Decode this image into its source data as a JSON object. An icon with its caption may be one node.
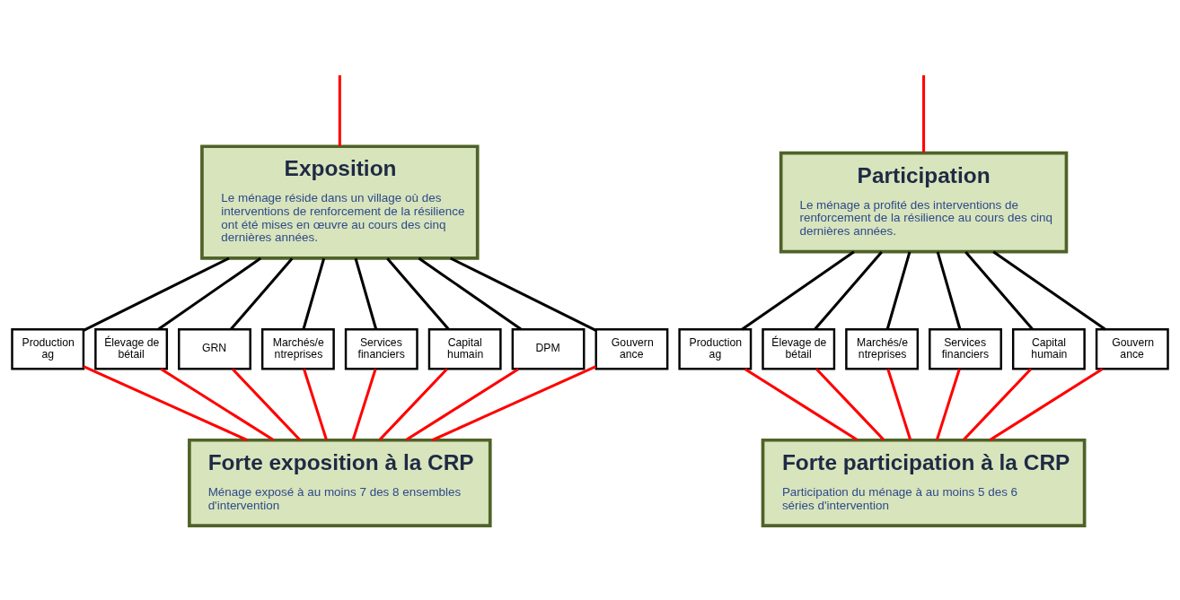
{
  "diagram": {
    "nodes": [
      {
        "text": [
          "Exposition",
          "Le ménage réside dans un village où des interventions de renforcement de la résilience ont été mises en œuvre au cours des cinq dernières années."
        ]
      },
      {
        "text": [
          "Production ag"
        ]
      },
      {
        "text": [
          "Élevage de bétail"
        ]
      },
      {
        "text": [
          "GRN"
        ]
      },
      {
        "text": [
          "Marchés/e ntreprises"
        ]
      },
      {
        "text": [
          "Services financiers"
        ]
      },
      {
        "text": [
          "Capital humain"
        ]
      },
      {
        "text": [
          "DPM"
        ]
      },
      {
        "text": [
          "Gouvern ance"
        ]
      },
      {
        "text": [
          "Forte exposition à la CRP",
          "Ménage exposé à au moins 7 des 8 ensembles d'intervention"
        ]
      },
      {
        "text": [
          "Participation",
          "Le ménage a profité des interventions de renforcement de la résilience au cours des cinq dernières années."
        ]
      },
      {
        "text": [
          "Production ag"
        ]
      },
      {
        "text": [
          "Élevage de bétail"
        ]
      },
      {
        "text": [
          "Marchés/e ntreprises"
        ]
      },
      {
        "text": [
          "Services financiers"
        ]
      },
      {
        "text": [
          "Capital humain"
        ]
      },
      {
        "text": [
          "Gouvern ance"
        ]
      },
      {
        "text": [
          "Forte participation à la CRP",
          "Participation du ménage à au moins 5 des 6 séries d'intervention"
        ]
      }
    ],
    "edges": [
      {
        "from": null,
        "to": 0,
        "arrow": "none"
      },
      {
        "from": null,
        "to": 10,
        "arrow": "none"
      },
      {
        "from": 0,
        "to": 1,
        "arrow": "none",
        "color": "#000000"
      },
      {
        "from": 0,
        "to": 2,
        "arrow": "none",
        "color": "#000000"
      },
      {
        "from": 0,
        "to": 3,
        "arrow": "none",
        "color": "#000000"
      },
      {
        "from": 0,
        "to": 4,
        "arrow": "none",
        "color": "#000000"
      },
      {
        "from": 0,
        "to": 5,
        "arrow": "none",
        "color": "#000000"
      },
      {
        "from": 0,
        "to": 6,
        "arrow": "none",
        "color": "#000000"
      },
      {
        "from": 0,
        "to": 7,
        "arrow": "none",
        "color": "#000000"
      },
      {
        "from": 0,
        "to": 8,
        "arrow": "none",
        "color": "#000000"
      },
      {
        "from": 1,
        "to": 9,
        "arrow": "none"
      },
      {
        "from": 2,
        "to": 9,
        "arrow": "none"
      },
      {
        "from": 3,
        "to": 9,
        "arrow": "none"
      },
      {
        "from": 4,
        "to": 9,
        "arrow": "none"
      },
      {
        "from": 5,
        "to": 9,
        "arrow": "none"
      },
      {
        "from": 6,
        "to": 9,
        "arrow": "none"
      },
      {
        "from": 7,
        "to": 9,
        "arrow": "none"
      },
      {
        "from": 8,
        "to": 9,
        "arrow": "none"
      },
      {
        "from": 10,
        "to": 11,
        "arrow": "none",
        "color": "#000000"
      },
      {
        "from": 10,
        "to": 12,
        "arrow": "none",
        "color": "#000000"
      },
      {
        "from": 10,
        "to": 13,
        "arrow": "none",
        "color": "#000000"
      },
      {
        "from": 10,
        "to": 14,
        "arrow": "none",
        "color": "#000000"
      },
      {
        "from": 10,
        "to": 15,
        "arrow": "none",
        "color": "#000000"
      },
      {
        "from": 10,
        "to": 16,
        "arrow": "none",
        "color": "#000000"
      },
      {
        "from": 11,
        "to": 17,
        "arrow": "none"
      },
      {
        "from": 12,
        "to": 17,
        "arrow": "none"
      },
      {
        "from": 13,
        "to": 17,
        "arrow": "none"
      },
      {
        "from": 14,
        "to": 17,
        "arrow": "none"
      },
      {
        "from": 15,
        "to": 17,
        "arrow": "none"
      },
      {
        "from": 16,
        "to": 17,
        "arrow": "none"
      }
    ]
  }
}
